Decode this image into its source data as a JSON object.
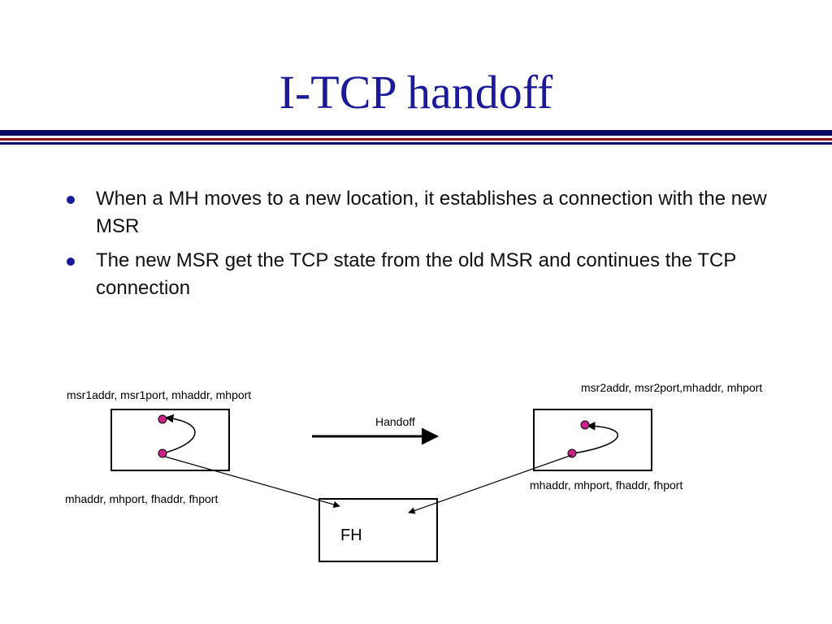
{
  "title": "I-TCP handoff",
  "bullets": [
    "When a MH moves to a new location, it establishes a connection with the new MSR",
    "The new MSR get the TCP state from the old MSR and continues the TCP connection"
  ],
  "colors": {
    "title": "#1a1a9a",
    "rule_top": "#0a0a60",
    "rule_bottom": "#8b0a14",
    "node_fill": "#cc2288",
    "bullet": "#1a1a9a"
  },
  "diagram": {
    "msr1_label": "msr1addr, msr1port, mhaddr, mhport",
    "msr2_label": "msr2addr, msr2port,mhaddr, mhport",
    "msr1_lower_label": "mhaddr, mhport, fhaddr, fhport",
    "msr2_lower_label": "mhaddr, mhport, fhaddr, fhport",
    "handoff_label": "Handoff",
    "fh_label": "FH"
  }
}
